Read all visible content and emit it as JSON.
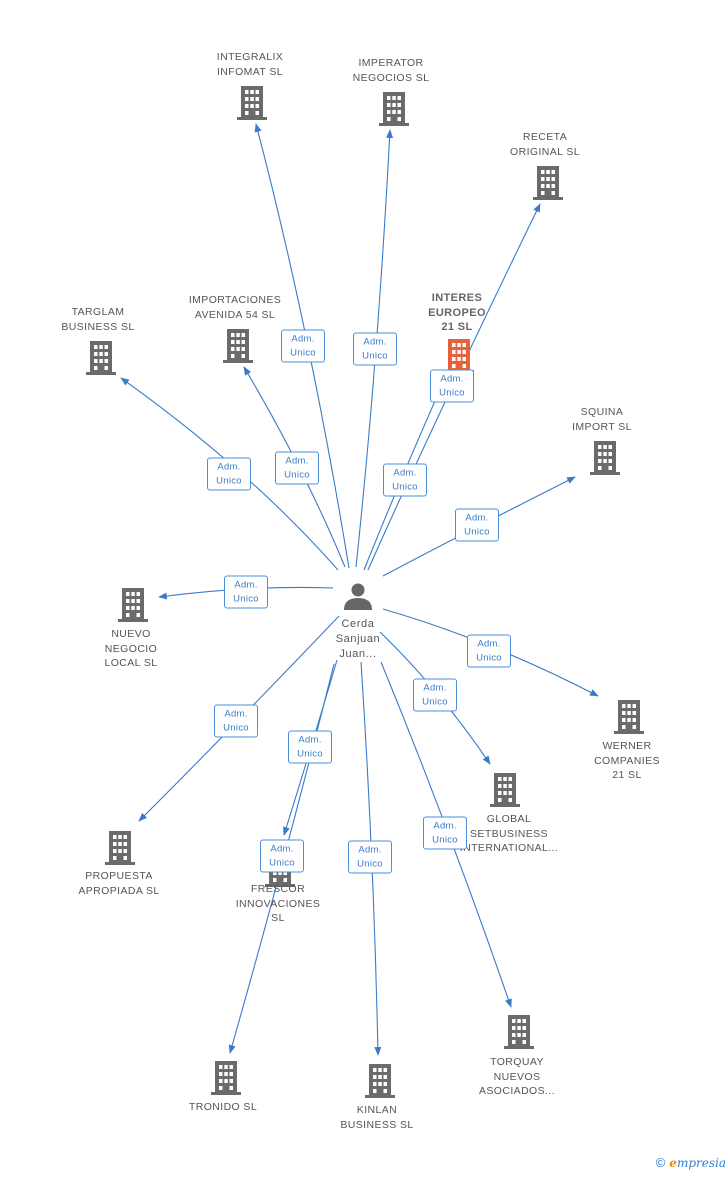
{
  "center": {
    "label": "Cerda\nSanjuan\nJuan..."
  },
  "colors": {
    "edge": "#3a7bc8",
    "building": "#6b6b6b",
    "highlight": "#e8613a",
    "person": "#666666"
  },
  "relation_label": "Adm.\nUnico",
  "nodes": [
    {
      "id": "integralix",
      "label": "INTEGRALIX\nINFOMAT  SL",
      "highlight": false
    },
    {
      "id": "imperator",
      "label": "IMPERATOR\nNEGOCIOS  SL",
      "highlight": false
    },
    {
      "id": "receta",
      "label": "RECETA\nORIGINAL  SL",
      "highlight": false
    },
    {
      "id": "targlam",
      "label": "TARGLAM\nBUSINESS  SL",
      "highlight": false
    },
    {
      "id": "importaciones",
      "label": "IMPORTACIONES\nAVENIDA 54  SL",
      "highlight": false
    },
    {
      "id": "interes",
      "label": "INTERES\nEUROPEO\n21  SL",
      "highlight": true
    },
    {
      "id": "squina",
      "label": "SQUINA\nIMPORT  SL",
      "highlight": false
    },
    {
      "id": "nuevo",
      "label": "NUEVO\nNEGOCIO\nLOCAL  SL",
      "highlight": false
    },
    {
      "id": "werner",
      "label": "WERNER\nCOMPANIES\n21  SL",
      "highlight": false
    },
    {
      "id": "global",
      "label": "GLOBAL\nSETBUSINESS\nINTERNATIONAL...",
      "highlight": false
    },
    {
      "id": "propuesta",
      "label": "PROPUESTA\nAPROPIADA  SL",
      "highlight": false
    },
    {
      "id": "frescor",
      "label": "FRESCOR\nINNOVACIONES\nSL",
      "highlight": false
    },
    {
      "id": "kinlan",
      "label": "KINLAN\nBUSINESS SL",
      "highlight": false
    },
    {
      "id": "torquay",
      "label": "TORQUAY\nNUEVOS\nASOCIADOS...",
      "highlight": false
    },
    {
      "id": "tronido",
      "label": "TRONIDO  SL",
      "highlight": false
    }
  ],
  "footer": {
    "copyright": "©",
    "brand_initial": "e",
    "brand_rest": "mpresia"
  }
}
